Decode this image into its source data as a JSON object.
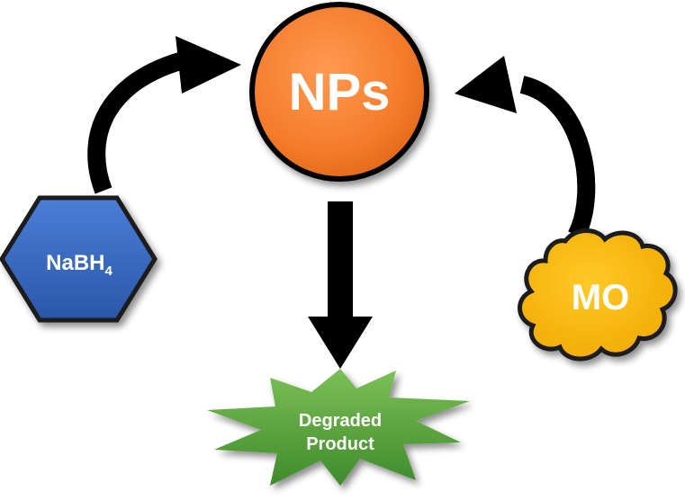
{
  "nodes": {
    "nps": {
      "label": "NPs",
      "color": "#f47c2b",
      "outline": "#000000"
    },
    "nabh4": {
      "label": "NaBH",
      "subscript": "4",
      "color": "#3060b8",
      "outline": "#1a1a1a"
    },
    "mo": {
      "label": "MO",
      "color": "#f5b700",
      "outline": "#1a1a1a"
    },
    "product": {
      "label_line1": "Degraded",
      "label_line2": "Product",
      "color": "#5aa43a"
    }
  },
  "arrows": {
    "color": "#000000",
    "edges": [
      {
        "from": "NaBH4",
        "to": "NPs"
      },
      {
        "from": "MO",
        "to": "NPs"
      },
      {
        "from": "NPs",
        "to": "Degraded Product"
      }
    ]
  }
}
